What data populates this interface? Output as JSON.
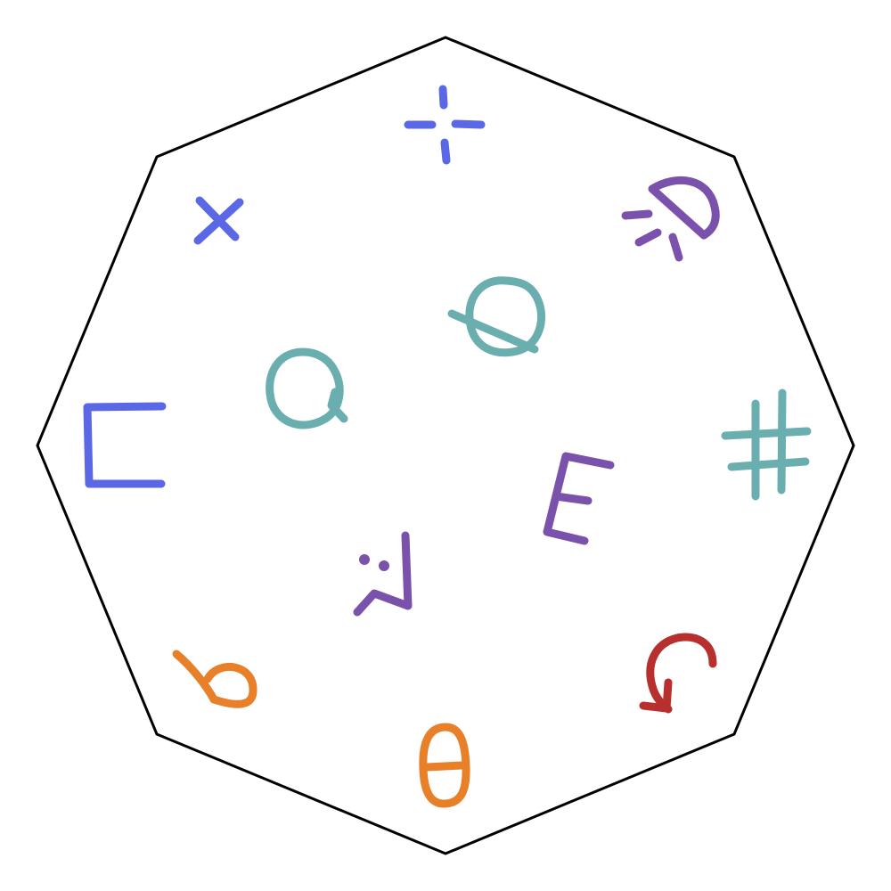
{
  "colors": {
    "blue": "#5b68e6",
    "purple": "#7b52ab",
    "teal": "#6aaeb0",
    "orange": "#e8802a",
    "red": "#b8302e",
    "outline": "#000000",
    "background": "#ffffff"
  },
  "symbols": [
    {
      "name": "sparkle-cross-symbol",
      "color": "blue"
    },
    {
      "name": "dome-rays-symbol",
      "color": "purple"
    },
    {
      "name": "hash-symbol",
      "color": "teal"
    },
    {
      "name": "spiral-arrow-symbol",
      "color": "red"
    },
    {
      "name": "theta-symbol",
      "color": "orange"
    },
    {
      "name": "hooked-b-symbol",
      "color": "orange"
    },
    {
      "name": "square-bracket-symbol",
      "color": "blue"
    },
    {
      "name": "x-symbol",
      "color": "blue"
    },
    {
      "name": "struck-circle-symbol",
      "color": "teal"
    },
    {
      "name": "looped-q-symbol",
      "color": "teal"
    },
    {
      "name": "e-symbol",
      "color": "purple"
    },
    {
      "name": "dotted-zigzag-symbol",
      "color": "purple"
    }
  ]
}
